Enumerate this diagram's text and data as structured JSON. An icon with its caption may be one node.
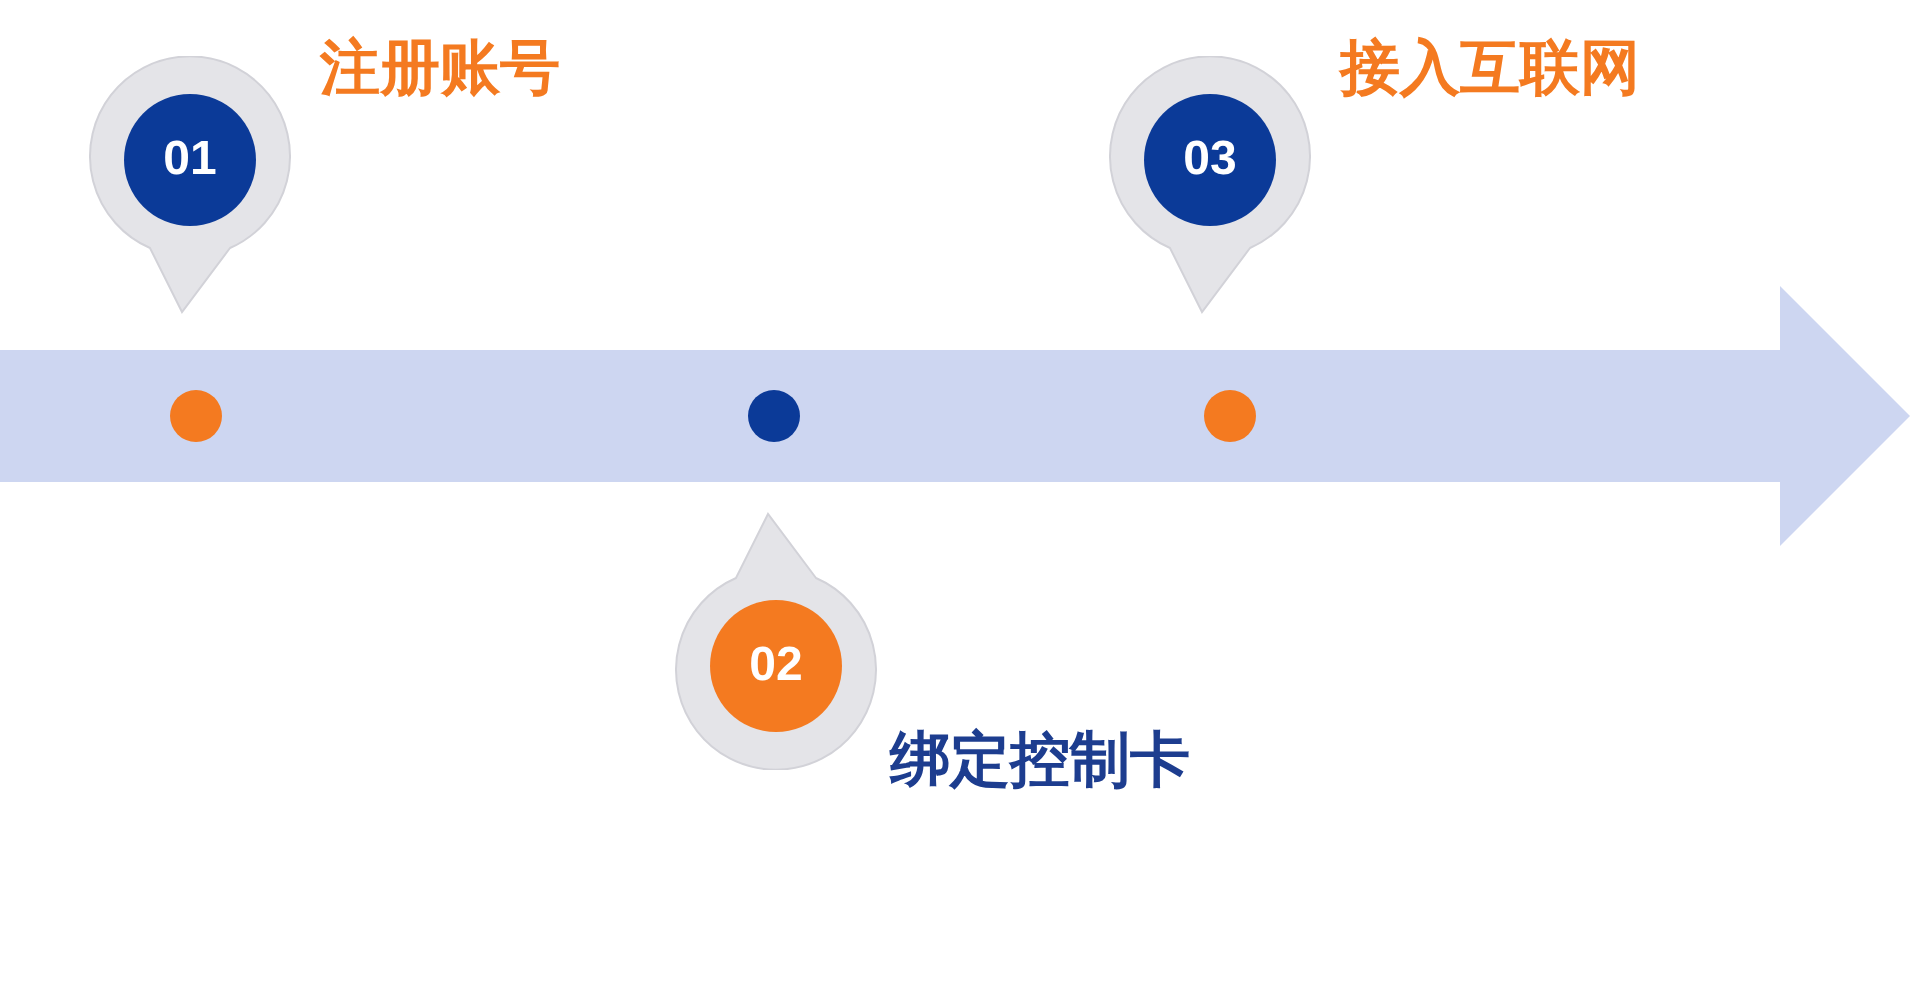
{
  "diagram": {
    "nodes": [
      {
        "text": [
          "01"
        ],
        "beside": [
          "注册账号"
        ]
      },
      {
        "text": [
          "02"
        ],
        "beside": [
          "绑定控制卡"
        ]
      },
      {
        "text": [
          "03"
        ],
        "beside": [
          "接入互联网"
        ]
      },
      {
        "text": [],
        "shape": "circle"
      },
      {
        "text": [],
        "shape": "circle"
      },
      {
        "text": [],
        "shape": "circle"
      }
    ]
  }
}
